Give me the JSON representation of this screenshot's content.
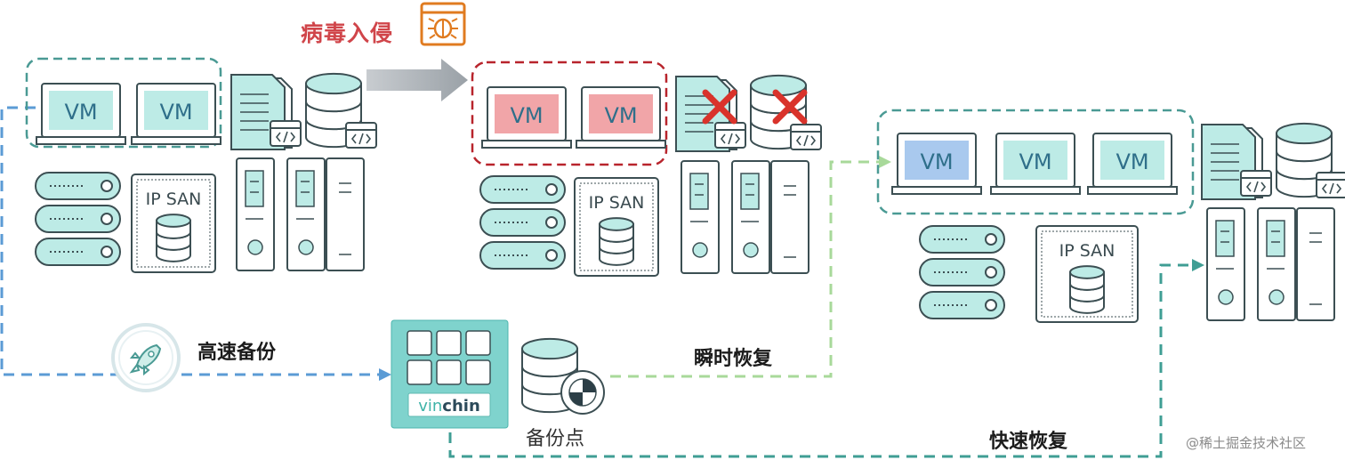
{
  "labels": {
    "virus_intrusion": "病毒入侵",
    "fast_backup": "高速备份",
    "instant_recovery": "瞬时恢复",
    "quick_recovery": "快速恢复",
    "backup_point": "备份点",
    "watermark": "@稀土掘金技术社区"
  },
  "vm_label": "VM",
  "san_label": "IP SAN",
  "brand": {
    "prefix": "vin",
    "suffix": "chin"
  },
  "colors": {
    "teal_fill": "#bdebe6",
    "teal_stroke": "#4a9a94",
    "dark_stroke": "#3c4f53",
    "infected_fill": "#f1a5a8",
    "infected_border": "#b8242c",
    "restored_vm_fill": "#a9c9ee",
    "backup_arrow": "#5b9bd5",
    "instant_arrow": "#a8d99a",
    "quick_arrow": "#3f9e94",
    "cross": "#d9332b",
    "virus_icon": "#e07b20"
  }
}
